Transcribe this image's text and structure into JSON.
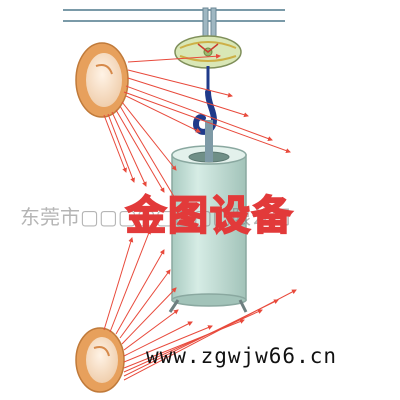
{
  "watermark": {
    "company_text": "东莞市▢▢▢▢▢▢▢▢限公司",
    "brand_text": "金图设备",
    "url_text": "www.zgwjw66.cn"
  },
  "colors": {
    "ray": "#e84a3c",
    "lamp_rim": "#e7a05c",
    "lamp_face": "#f1dcc5",
    "cylinder_body": "#bfdcd3",
    "cylinder_stroke": "#8aa8a0",
    "hook_blue": "#1f3a8a",
    "pulley": "#d9e7b6",
    "rail": "#7a9aa8",
    "brand_fill": "#f3c0c0",
    "brand_stroke": "#e23a3a"
  }
}
